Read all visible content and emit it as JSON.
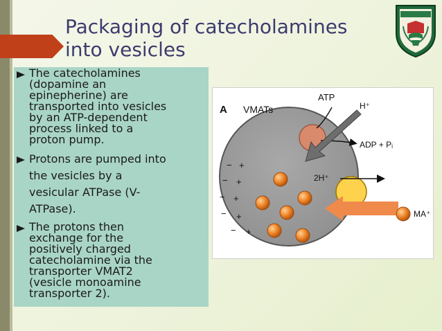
{
  "slide": {
    "title_line1": "Packaging of catecholamines",
    "title_line2": "into vesicles"
  },
  "bullets": [
    {
      "lines": [
        "The catecholamines",
        "(dopamine an",
        "epinepherine) are",
        "transported into vesicles",
        "by an ATP-dependent",
        "process linked to a",
        "proton pump."
      ]
    },
    {
      "lines": [
        "Protons are pumped into",
        "the vesicles by a",
        "vesicular ATPase (V-",
        "ATPase)."
      ]
    },
    {
      "lines": [
        "The protons then",
        "exchange for the",
        "positively charged",
        "catecholamine via the",
        "transporter VMAT2",
        "(vesicle monoamine",
        "transporter 2)."
      ]
    }
  ],
  "figure": {
    "panel_letter": "A",
    "vmats": "VMATs",
    "atp": "ATP",
    "h_plus": "H⁺",
    "adp": "ADP + Pᵢ",
    "two_h": "2H⁺",
    "ma": "MA⁺",
    "minus": "−",
    "plus": "+"
  },
  "colors": {
    "title": "#3d3b6e",
    "panel": "#a9d5c6",
    "accent": "#c0401a",
    "vesicle": "#9a9a9a",
    "ball": "#e8781e",
    "arrow": "#f08a4b"
  }
}
